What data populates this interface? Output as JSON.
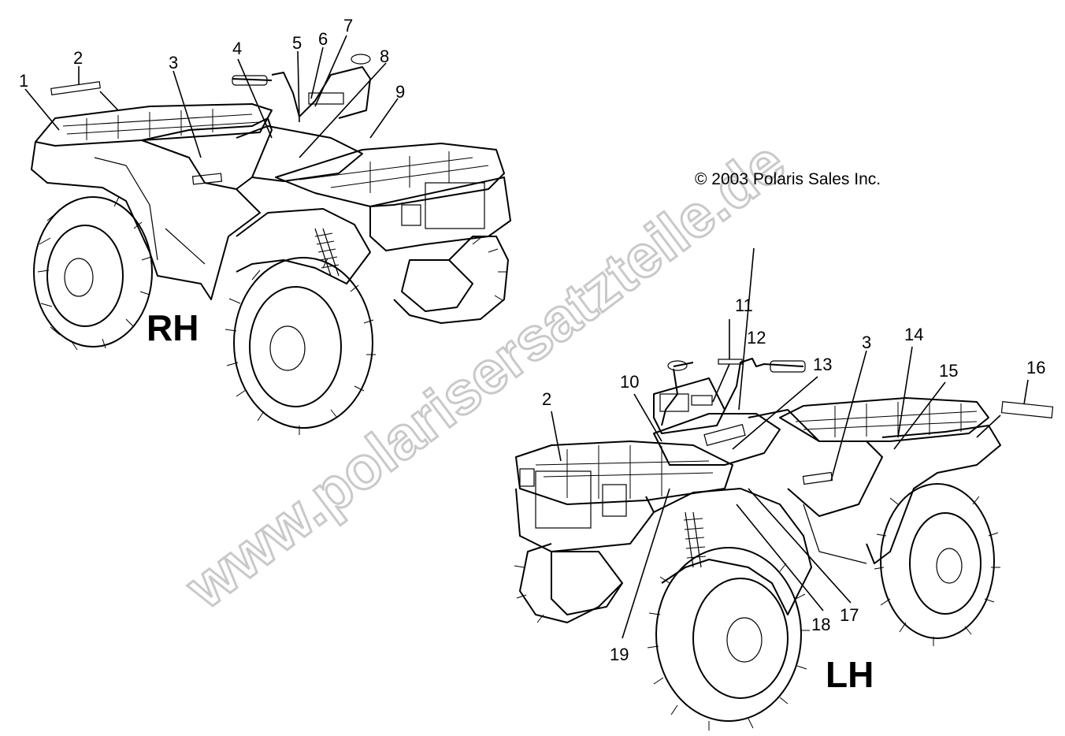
{
  "copyright": "© 2003 Polaris Sales Inc.",
  "watermark": "www.polarisersatzteile.de",
  "views": {
    "rh": {
      "label": "RH"
    },
    "lh": {
      "label": "LH"
    }
  },
  "callouts": {
    "rh": [
      "1",
      "2",
      "3",
      "4",
      "5",
      "6",
      "7",
      "8",
      "9"
    ],
    "lh": [
      "11",
      "12",
      "13",
      "3",
      "14",
      "15",
      "16",
      "10",
      "2",
      "17",
      "18",
      "19"
    ]
  }
}
